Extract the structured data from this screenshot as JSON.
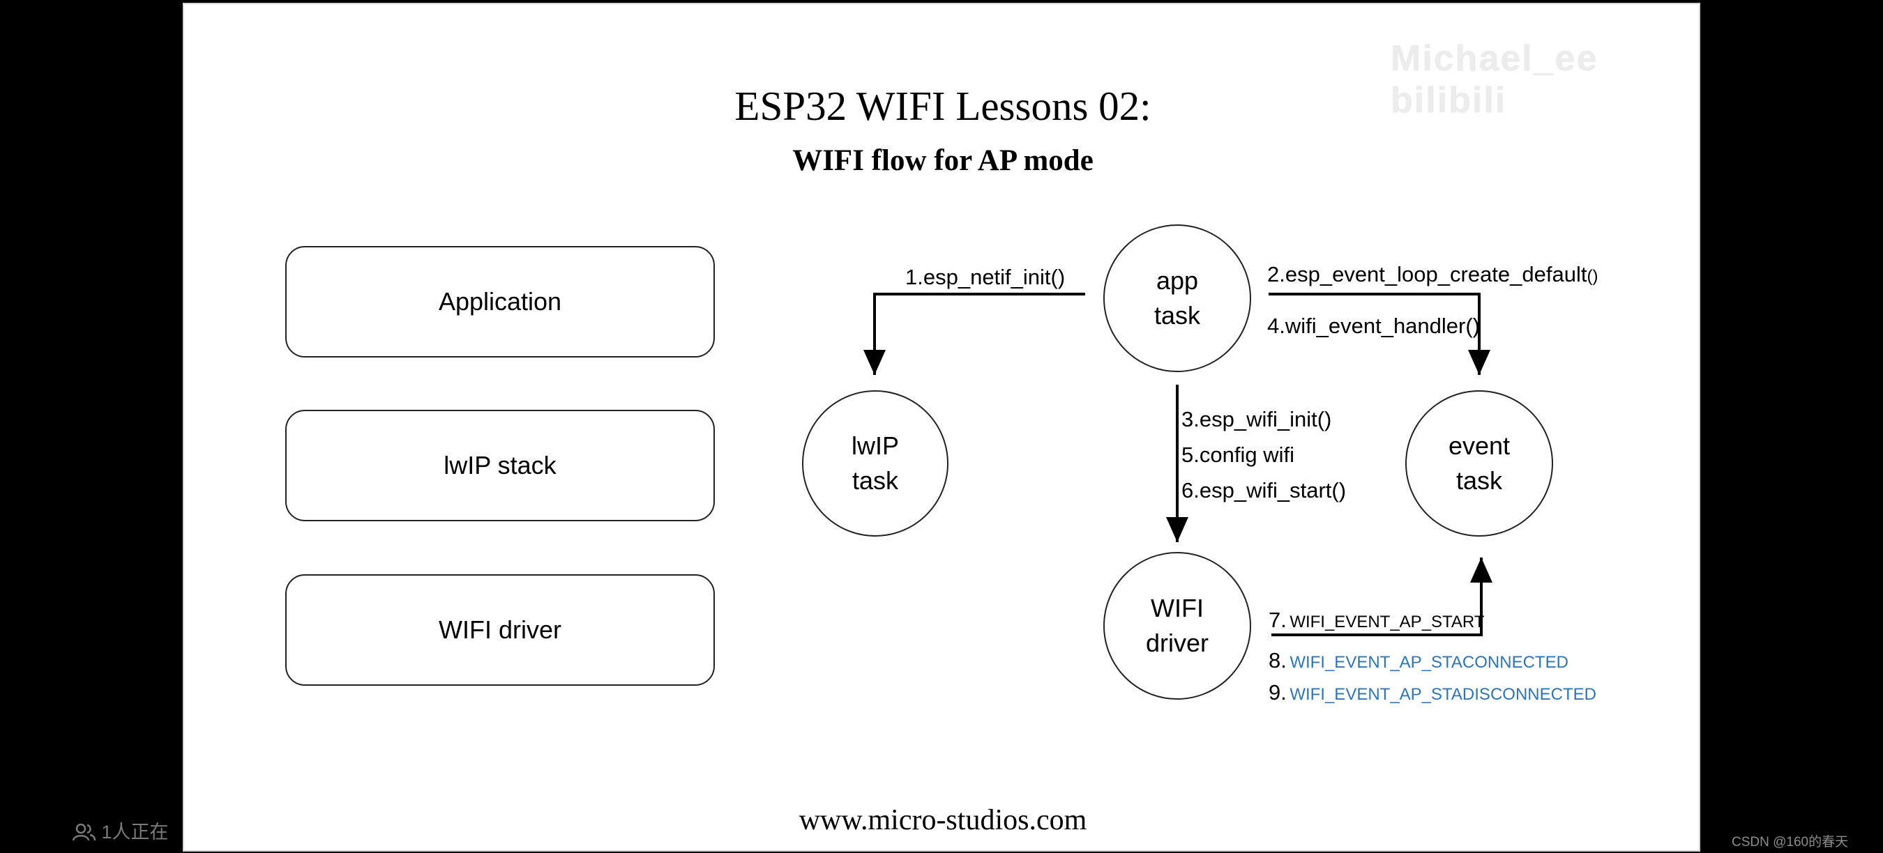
{
  "slide": {
    "title": "ESP32 WIFI Lessons 02:",
    "subtitle": "WIFI flow for AP mode",
    "footer": "www.micro-studios.com",
    "watermark": "Michael_ee bilibili"
  },
  "layers": [
    "Application",
    "lwIP stack",
    "WIFI driver"
  ],
  "nodes": {
    "app": [
      "app",
      "task"
    ],
    "lwip": [
      "lwIP",
      "task"
    ],
    "event": [
      "event",
      "task"
    ],
    "wifi": [
      "WIFI",
      "driver"
    ]
  },
  "steps": {
    "s1": "1.esp_netif_init()",
    "s2_main": "2.esp_event_loop_create_default",
    "s2_paren": "()",
    "s3": "3.esp_wifi_init()",
    "s4": "4.wifi_event_handler()",
    "s5": "5.config wifi",
    "s6": "6.esp_wifi_start()"
  },
  "events": [
    {
      "num": "7.",
      "text": "WIFI_EVENT_AP_START",
      "color": "#000000"
    },
    {
      "num": "8.",
      "text": "WIFI_EVENT_AP_STACONNECTED",
      "color": "#2e75b6"
    },
    {
      "num": "9.",
      "text": "WIFI_EVENT_AP_STADISCONNECTED",
      "color": "#2e75b6"
    }
  ],
  "overlay": {
    "viewer_icon": "people-icon",
    "viewer_text": "1人正在",
    "credit": "CSDN @160的春天"
  }
}
